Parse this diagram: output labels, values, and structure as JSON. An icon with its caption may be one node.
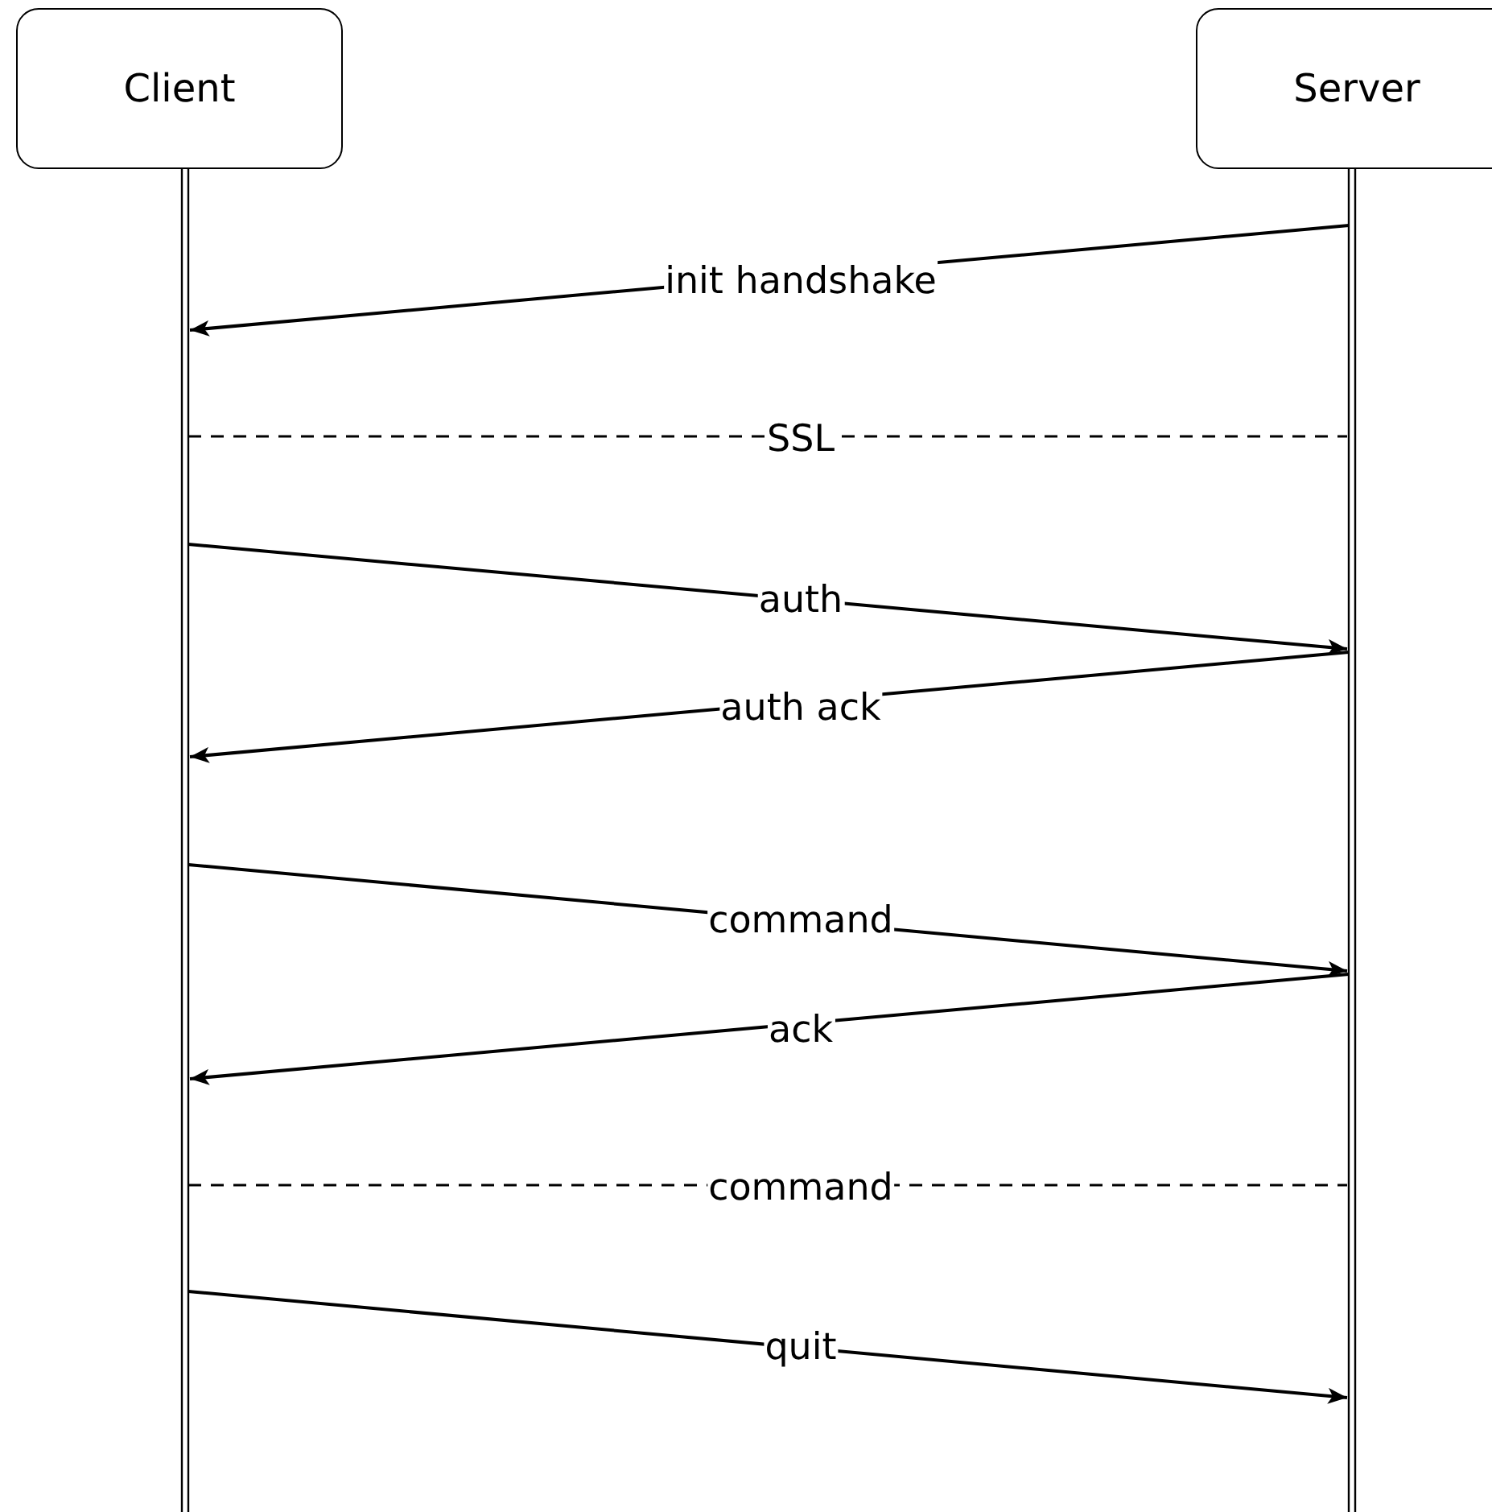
{
  "diagram": {
    "nodes": [
      {
        "text": [
          "Client"
        ]
      },
      {
        "text": [
          "Server"
        ]
      }
    ],
    "edges": [
      {
        "from": 1,
        "to": 0,
        "arrow": "to",
        "label": "init handshake"
      },
      {
        "from": 0,
        "to": 1,
        "arrow": "none",
        "label": "SSL",
        "style": "dashed"
      },
      {
        "from": 0,
        "to": 1,
        "arrow": "to",
        "label": "auth"
      },
      {
        "from": 1,
        "to": 0,
        "arrow": "to",
        "label": "auth ack"
      },
      {
        "from": 0,
        "to": 1,
        "arrow": "to",
        "label": "command"
      },
      {
        "from": 1,
        "to": 0,
        "arrow": "to",
        "label": "ack"
      },
      {
        "from": 0,
        "to": 1,
        "arrow": "none",
        "label": "command",
        "style": "dashed"
      },
      {
        "from": 0,
        "to": 1,
        "arrow": "to",
        "label": "quit"
      }
    ]
  }
}
